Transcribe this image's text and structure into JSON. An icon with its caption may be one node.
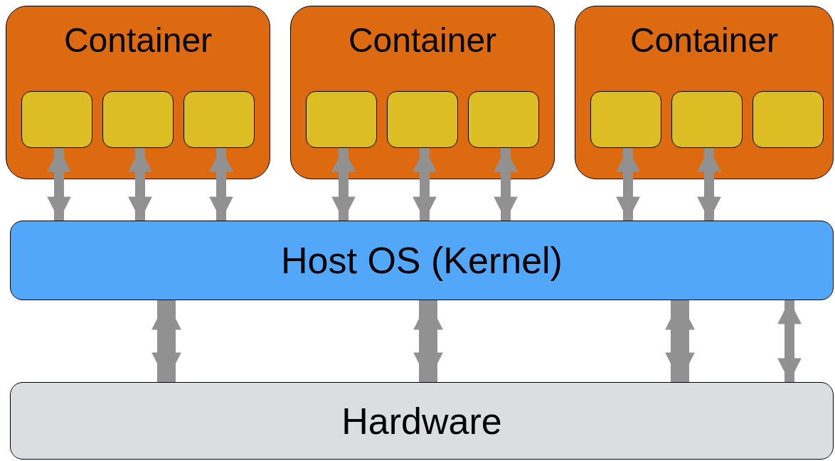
{
  "diagram": {
    "nodes": [
      {
        "text": [
          "Container"
        ]
      },
      {
        "text": [],
        "shape": "box",
        "in": 0
      },
      {
        "text": [],
        "shape": "box",
        "in": 0
      },
      {
        "text": [],
        "shape": "box",
        "in": 0
      },
      {
        "text": [
          "Container"
        ]
      },
      {
        "text": [],
        "shape": "box",
        "in": 4
      },
      {
        "text": [],
        "shape": "box",
        "in": 4
      },
      {
        "text": [],
        "shape": "box",
        "in": 4
      },
      {
        "text": [
          "Container"
        ]
      },
      {
        "text": [],
        "shape": "box",
        "in": 8
      },
      {
        "text": [],
        "shape": "box",
        "in": 8
      },
      {
        "text": [],
        "shape": "box",
        "in": 8
      },
      {
        "text": [
          "Host OS (Kernel)"
        ]
      },
      {
        "text": [
          "Hardware"
        ]
      }
    ],
    "edges": [
      {
        "from": 1,
        "to": 12,
        "arrow": "both"
      },
      {
        "from": 2,
        "to": 12,
        "arrow": "both"
      },
      {
        "from": 3,
        "to": 12,
        "arrow": "both"
      },
      {
        "from": 5,
        "to": 12,
        "arrow": "both"
      },
      {
        "from": 6,
        "to": 12,
        "arrow": "both"
      },
      {
        "from": 7,
        "to": 12,
        "arrow": "both"
      },
      {
        "from": 9,
        "to": 12,
        "arrow": "both"
      },
      {
        "from": 10,
        "to": 12,
        "arrow": "both"
      },
      {
        "from": 12,
        "to": 13,
        "arrow": "both",
        "style": "thick"
      },
      {
        "from": 12,
        "to": 13,
        "arrow": "both",
        "style": "thick"
      },
      {
        "from": 12,
        "to": 13,
        "arrow": "both",
        "style": "thick"
      },
      {
        "from": 12,
        "to": 13,
        "arrow": "both"
      }
    ]
  }
}
